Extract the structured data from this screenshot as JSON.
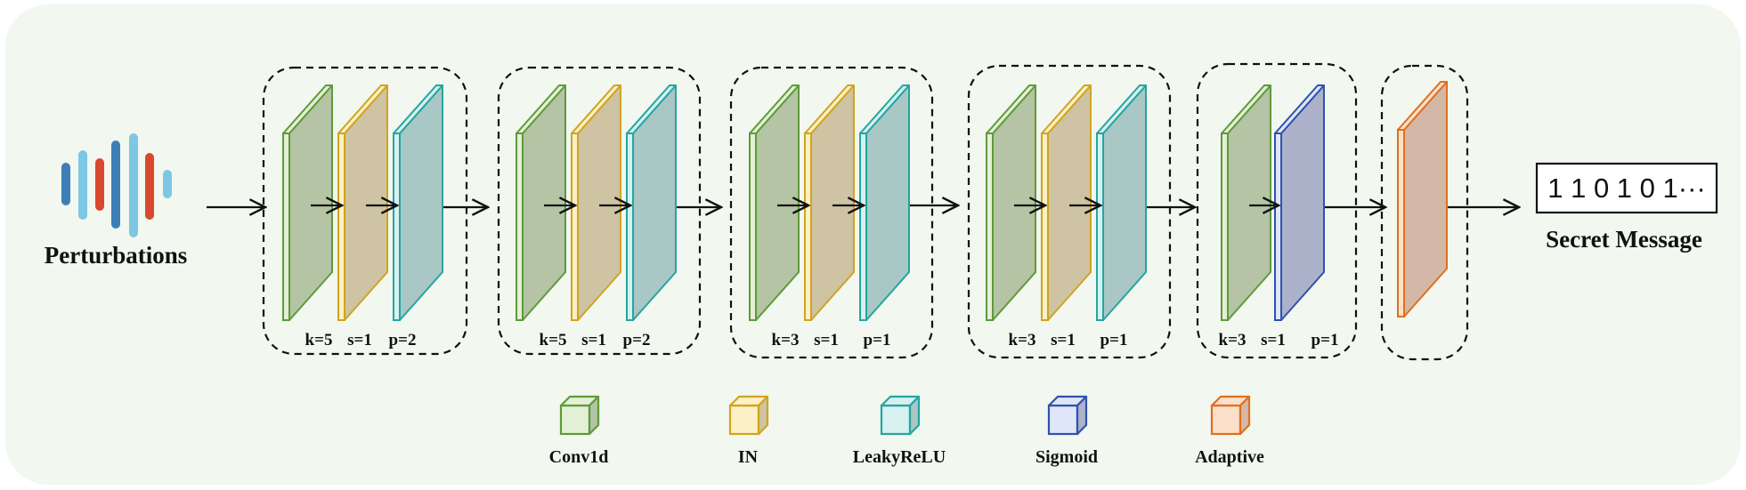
{
  "input": {
    "label": "Perturbations"
  },
  "output": {
    "label": "Secret Message",
    "bits": "1 1 0 1 0 1···"
  },
  "blocks": [
    {
      "layers": [
        "conv1d",
        "in",
        "leakyrelu"
      ],
      "params": {
        "k": "k=5",
        "s": "s=1",
        "p": "p=2"
      }
    },
    {
      "layers": [
        "conv1d",
        "in",
        "leakyrelu"
      ],
      "params": {
        "k": "k=5",
        "s": "s=1",
        "p": "p=2"
      }
    },
    {
      "layers": [
        "conv1d",
        "in",
        "leakyrelu"
      ],
      "params": {
        "k": "k=3",
        "s": "s=1",
        "p": "p=1"
      }
    },
    {
      "layers": [
        "conv1d",
        "in",
        "leakyrelu"
      ],
      "params": {
        "k": "k=3",
        "s": "s=1",
        "p": "p=1"
      }
    },
    {
      "layers": [
        "conv1d",
        "sigmoid"
      ],
      "params": {
        "k": "k=3",
        "s": "s=1",
        "p": "p=1"
      }
    },
    {
      "layers": [
        "adaptive"
      ],
      "params": null
    }
  ],
  "legend": [
    {
      "key": "conv1d",
      "label": "Conv1d"
    },
    {
      "key": "in",
      "label": "IN"
    },
    {
      "key": "leakyrelu",
      "label": "LeakyReLU"
    },
    {
      "key": "sigmoid",
      "label": "Sigmoid"
    },
    {
      "key": "adaptive",
      "label": "Adaptive"
    }
  ],
  "colors": {
    "background": "#f2f7ef",
    "conv1d": {
      "fill": "#b5c4a5",
      "edge": "#5e9a3a",
      "side": "#e4f0d6"
    },
    "in": {
      "fill": "#cec3a2",
      "edge": "#d1a41e",
      "side": "#fbf0c6"
    },
    "leakyrelu": {
      "fill": "#a9c7c5",
      "edge": "#24a5a0",
      "side": "#d6f1f0"
    },
    "sigmoid": {
      "fill": "#abb2ca",
      "edge": "#2f52b0",
      "side": "#dfe6f7"
    },
    "adaptive": {
      "fill": "#d3b8a8",
      "edge": "#e06f1e",
      "side": "#fbe0cc"
    },
    "waveform": [
      "#3c7fb8",
      "#7cc7e3",
      "#d9492f"
    ]
  }
}
